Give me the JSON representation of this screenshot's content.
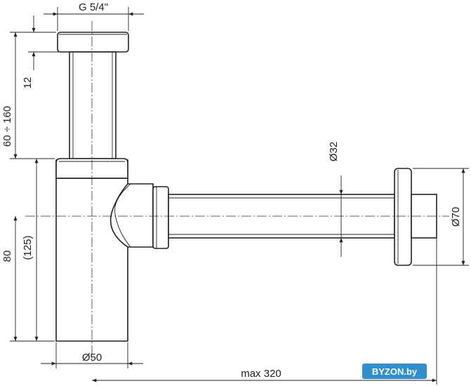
{
  "dimensions": {
    "thread": "G 5/4\"",
    "cap_height": "12",
    "height_range": "60 ÷ 160",
    "height_80": "80",
    "height_125": "(125)",
    "diameter_50": "Ø50",
    "diameter_32": "Ø32",
    "diameter_70": "Ø70",
    "max_length": "max 320"
  },
  "watermark": {
    "text": "BYZON.by",
    "color": "#2f8fd0"
  }
}
